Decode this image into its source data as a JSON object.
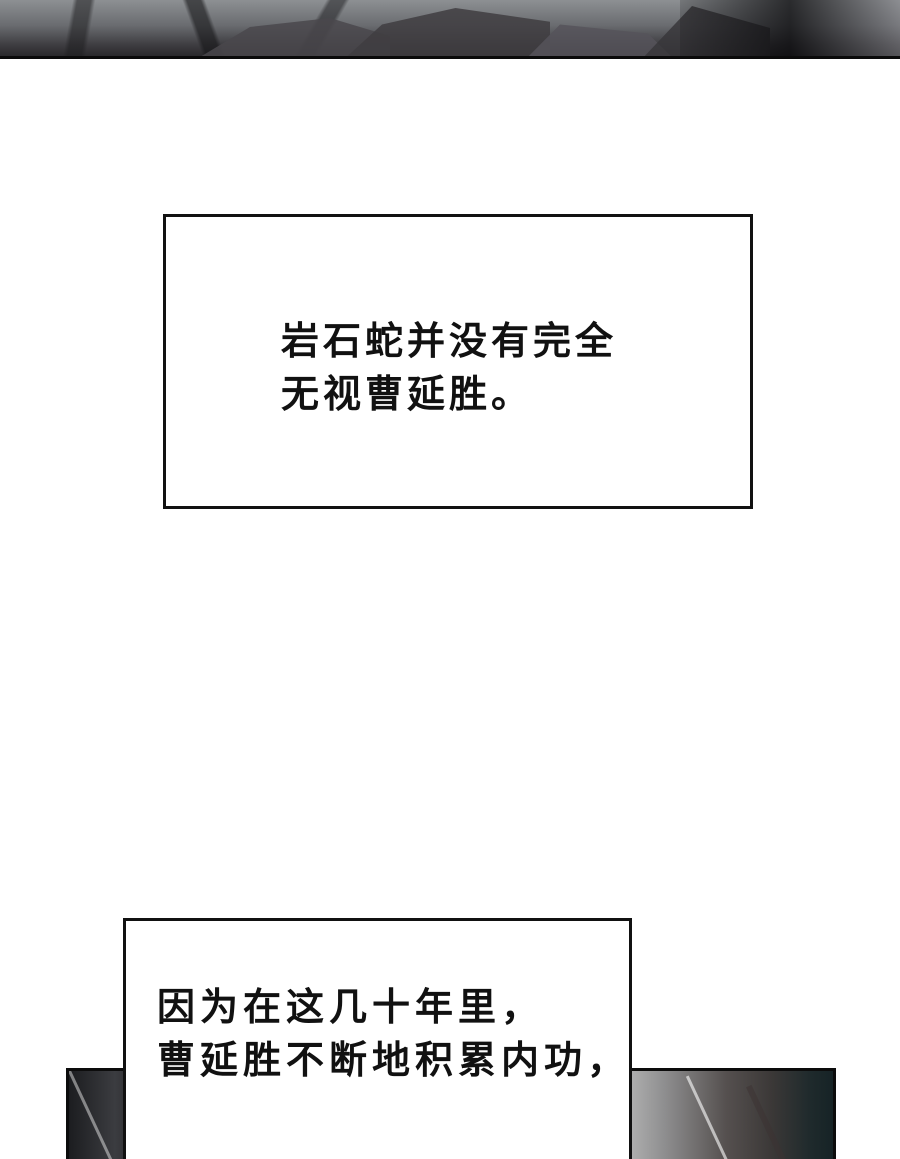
{
  "panels": {
    "top_image": {
      "description": "dark rocky scene, cropped",
      "border_color": "#0b0b0b"
    },
    "bottom_image": {
      "description": "gray stone / rock texture, cropped",
      "border_color": "#0c0c0c"
    }
  },
  "captions": [
    {
      "lines": [
        "岩石蛇并没有完全",
        "无视曹延胜。"
      ]
    },
    {
      "lines": [
        "因为在这几十年里，",
        "曹延胜不断地积累内功，"
      ]
    }
  ],
  "colors": {
    "background": "#ffffff",
    "text": "#111111",
    "border": "#111111"
  }
}
